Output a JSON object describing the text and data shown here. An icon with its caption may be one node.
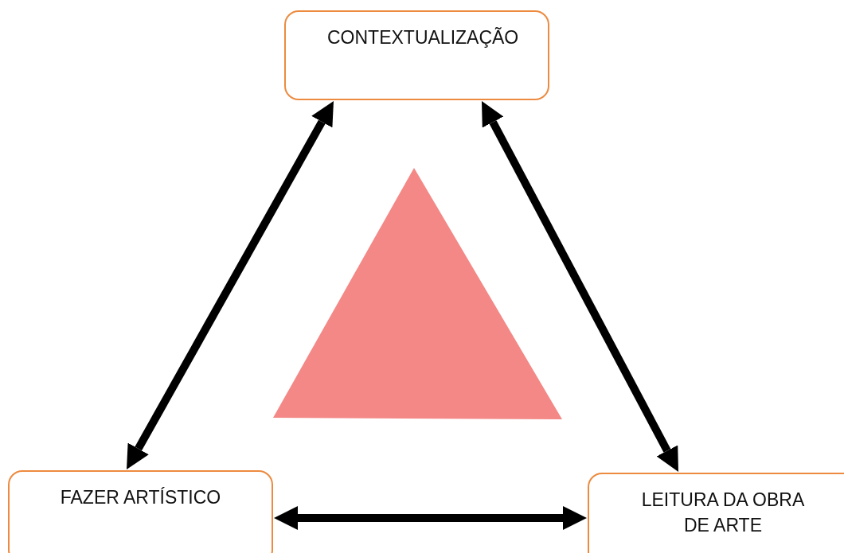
{
  "diagram": {
    "nodes": [
      {
        "text": [
          "CONTEXTUALIZAÇÃO"
        ]
      },
      {
        "text": [],
        "shape": "triangle"
      },
      {
        "text": [
          "FAZER ARTÍSTICO"
        ]
      },
      {
        "text": [
          "LEITURA DA OBRA DE ARTE"
        ]
      }
    ],
    "edges": [
      {
        "from": 0,
        "to": 2,
        "arrow": "both"
      },
      {
        "from": 0,
        "to": 3,
        "arrow": "both"
      },
      {
        "from": 2,
        "to": 3,
        "arrow": "both"
      }
    ]
  }
}
